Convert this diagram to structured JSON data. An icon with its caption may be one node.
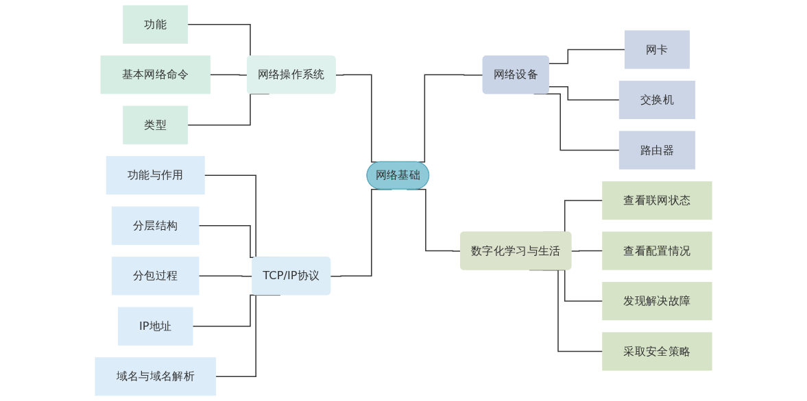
{
  "diagram": {
    "nodes": [
      {
        "text": [
          "网络基础"
        ]
      },
      {
        "text": [
          "网络操作系统"
        ]
      },
      {
        "text": [
          "功能"
        ]
      },
      {
        "text": [
          "基本网络命令"
        ]
      },
      {
        "text": [
          "类型"
        ]
      },
      {
        "text": [
          "TCP/IP协议"
        ]
      },
      {
        "text": [
          "功能与作用"
        ]
      },
      {
        "text": [
          "分层结构"
        ]
      },
      {
        "text": [
          "分包过程"
        ]
      },
      {
        "text": [
          "IP地址"
        ]
      },
      {
        "text": [
          "域名与域名解析"
        ]
      },
      {
        "text": [
          "网络设备"
        ]
      },
      {
        "text": [
          "网卡"
        ]
      },
      {
        "text": [
          "交换机"
        ]
      },
      {
        "text": [
          "路由器"
        ]
      },
      {
        "text": [
          "数字化学习与生活"
        ]
      },
      {
        "text": [
          "查看联网状态"
        ]
      },
      {
        "text": [
          "查看配置情况"
        ]
      },
      {
        "text": [
          "发现解决故障"
        ]
      },
      {
        "text": [
          "采取安全策略"
        ]
      }
    ],
    "edges": [
      {
        "from": 2,
        "to": 1,
        "arrow": "none"
      },
      {
        "from": 3,
        "to": 1,
        "arrow": "none"
      },
      {
        "from": 4,
        "to": 1,
        "arrow": "none"
      },
      {
        "from": 1,
        "to": 0,
        "arrow": "none"
      },
      {
        "from": 6,
        "to": 5,
        "arrow": "none"
      },
      {
        "from": 7,
        "to": 5,
        "arrow": "none"
      },
      {
        "from": 8,
        "to": 5,
        "arrow": "none"
      },
      {
        "from": 9,
        "to": 5,
        "arrow": "none"
      },
      {
        "from": 10,
        "to": 5,
        "arrow": "none"
      },
      {
        "from": 5,
        "to": 0,
        "arrow": "none"
      },
      {
        "from": 0,
        "to": 11,
        "arrow": "none"
      },
      {
        "from": 11,
        "to": 12,
        "arrow": "none"
      },
      {
        "from": 11,
        "to": 13,
        "arrow": "none"
      },
      {
        "from": 11,
        "to": 14,
        "arrow": "none"
      },
      {
        "from": 0,
        "to": 15,
        "arrow": "none"
      },
      {
        "from": 15,
        "to": 16,
        "arrow": "none"
      },
      {
        "from": 15,
        "to": 17,
        "arrow": "none"
      },
      {
        "from": 15,
        "to": 18,
        "arrow": "none"
      },
      {
        "from": 15,
        "to": 19,
        "arrow": "none"
      }
    ]
  }
}
